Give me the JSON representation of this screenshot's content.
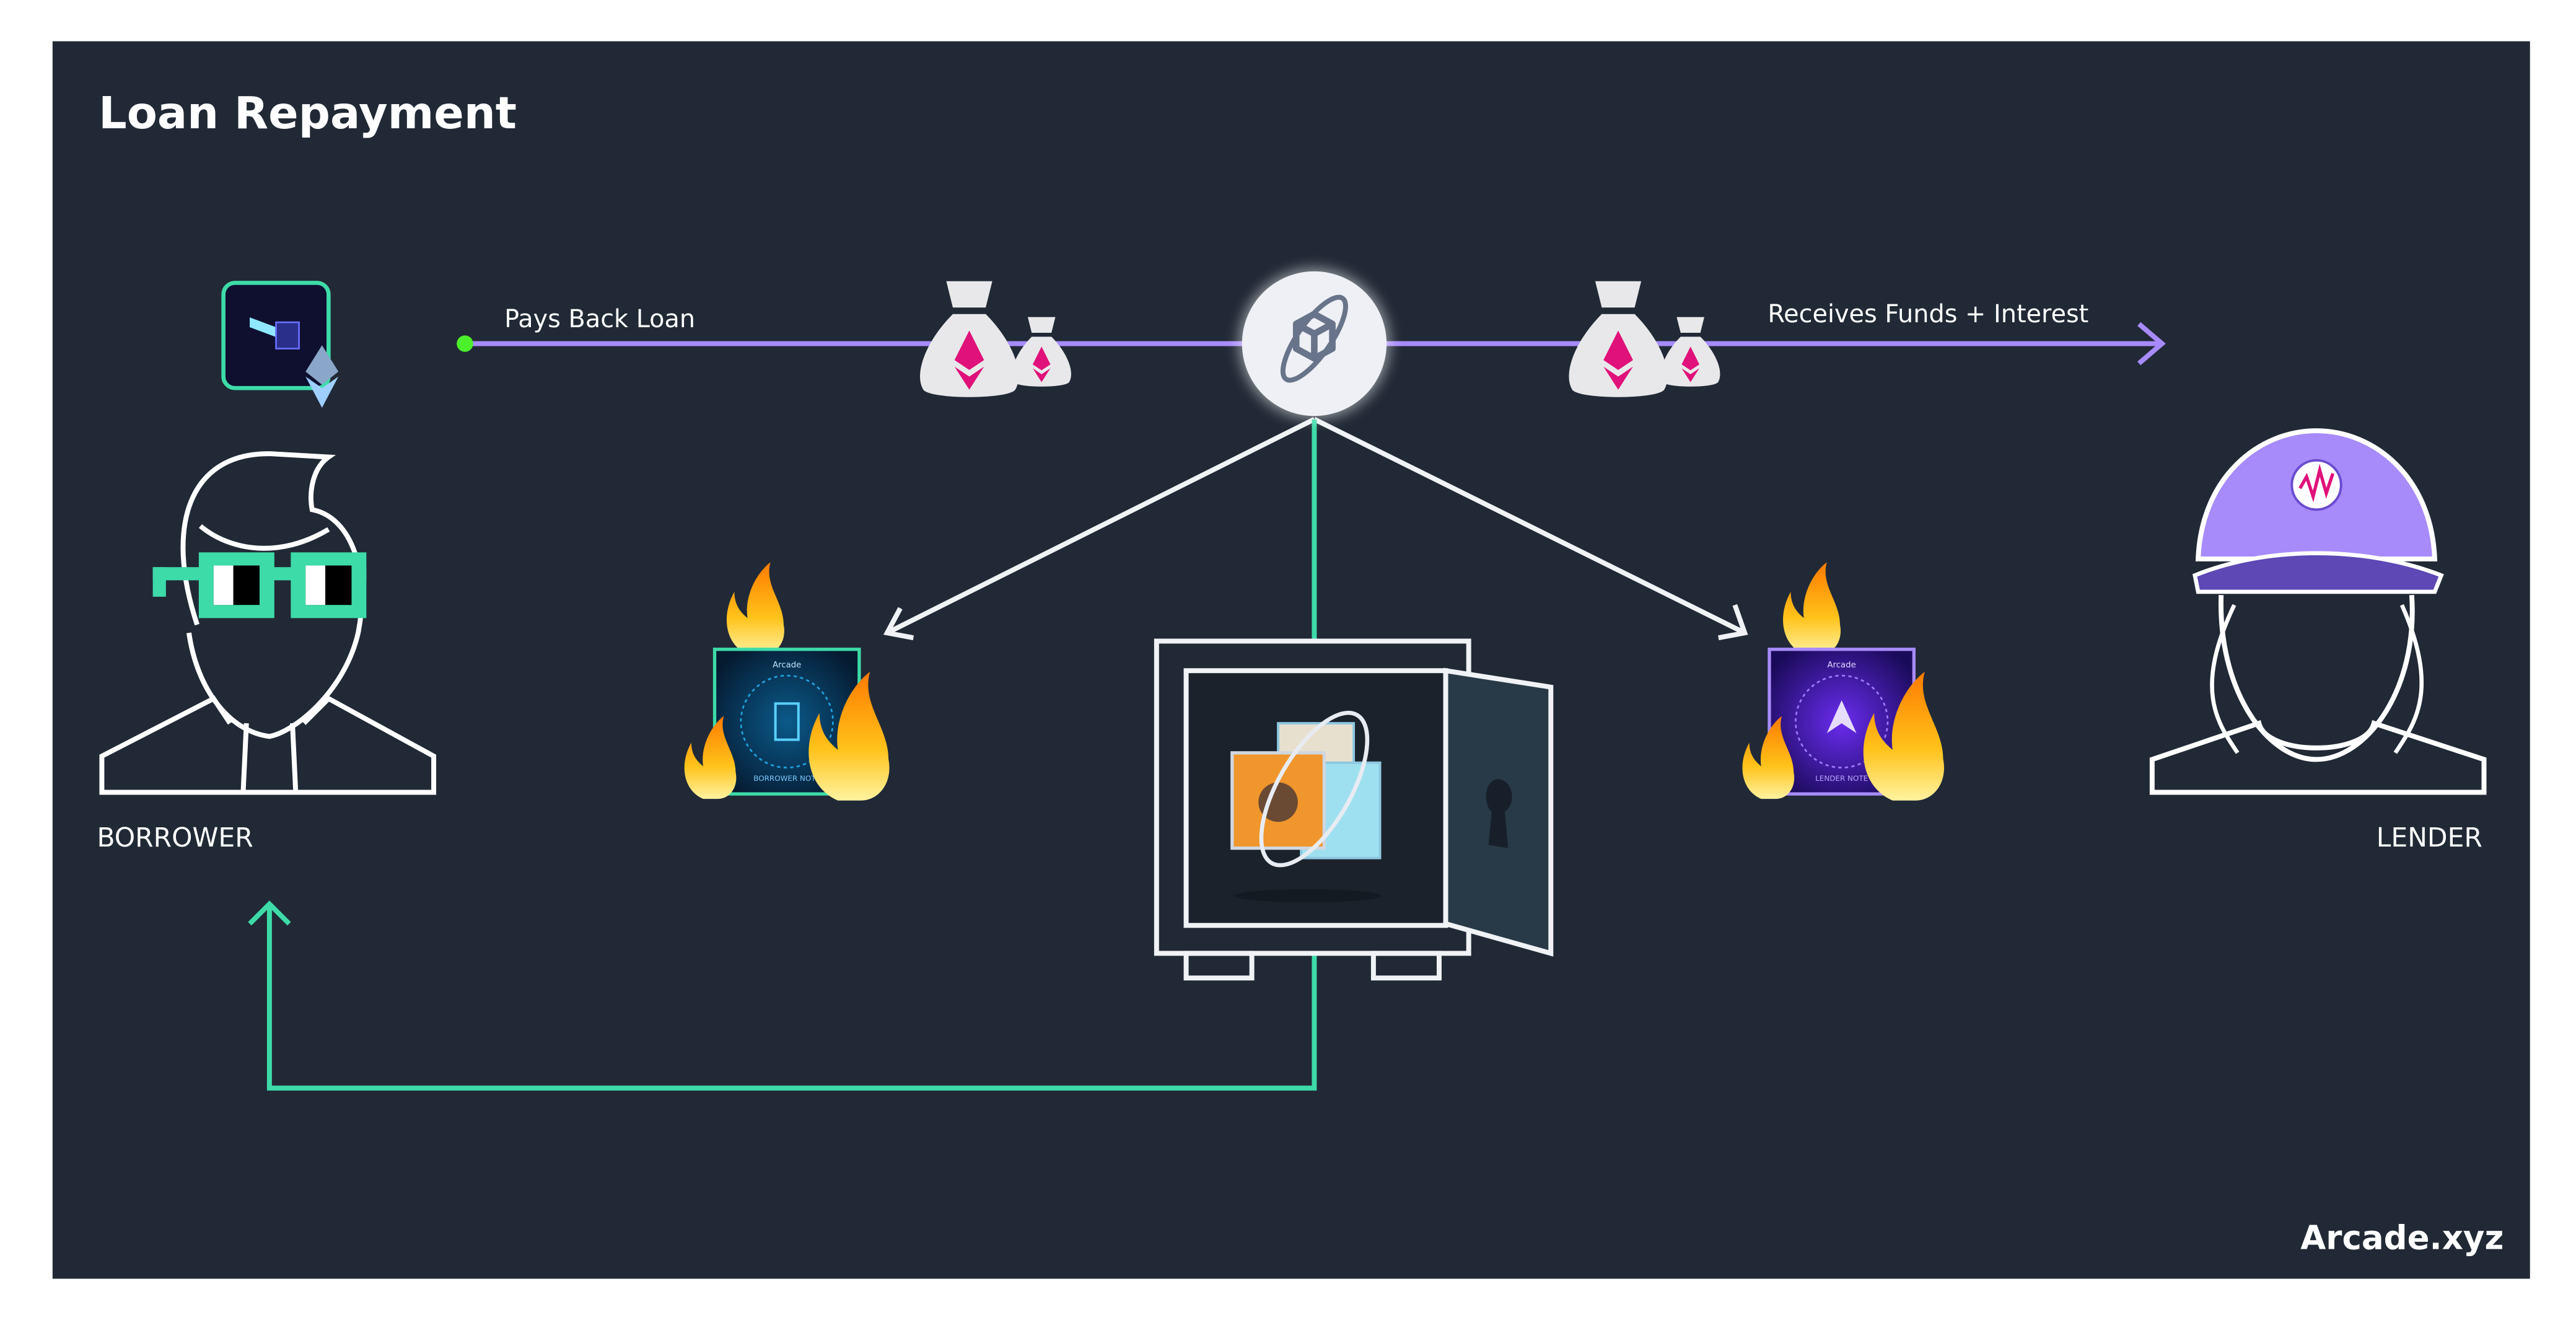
{
  "title": "Loan Repayment",
  "flow": {
    "pays_label": "Pays Back Loan",
    "receives_label": "Receives Funds + Interest"
  },
  "actors": {
    "borrower": "BORROWER",
    "lender": "LENDER"
  },
  "notes": {
    "brand": "Arcade",
    "borrower_note": "BORROWER NOTE",
    "lender_note": "LENDER NOTE"
  },
  "brand": "Arcade.xyz",
  "colors": {
    "background": "#212936",
    "flow_line": "#a78bfa",
    "return_line": "#3ddba8",
    "eth": "#e0117a",
    "start_dot": "#4cf02a"
  },
  "icons": [
    "money-bag-eth-icon",
    "vault-protocol-icon",
    "safe-icon",
    "flame-icon",
    "borrower-avatar",
    "lender-avatar",
    "nft-wallet-icon"
  ]
}
